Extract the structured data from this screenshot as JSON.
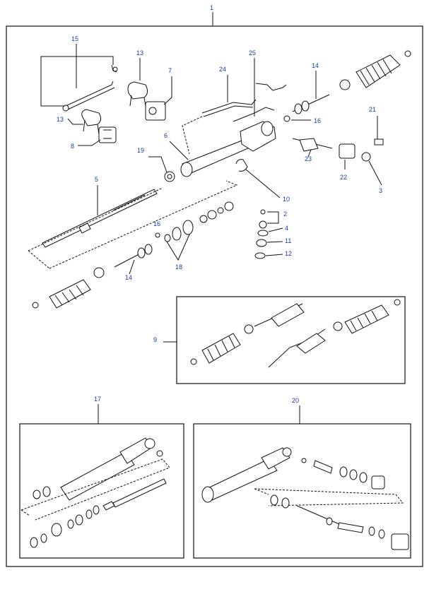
{
  "diagram": {
    "callouts": {
      "c1": "1",
      "c2": "2",
      "c3": "3",
      "c4": "4",
      "c5": "5",
      "c6": "6",
      "c7": "7",
      "c8": "8",
      "c9": "9",
      "c10": "10",
      "c11": "11",
      "c12": "12",
      "c13a": "13",
      "c13b": "13",
      "c14a": "14",
      "c14b": "14",
      "c15": "15",
      "c16a": "16",
      "c16b": "16",
      "c17": "17",
      "c18": "18",
      "c19": "19",
      "c20": "20",
      "c21": "21",
      "c22": "22",
      "c23": "23",
      "c24": "24",
      "c25": "25"
    },
    "callout_color": "#1a3aa8",
    "line_color": "#111111"
  }
}
